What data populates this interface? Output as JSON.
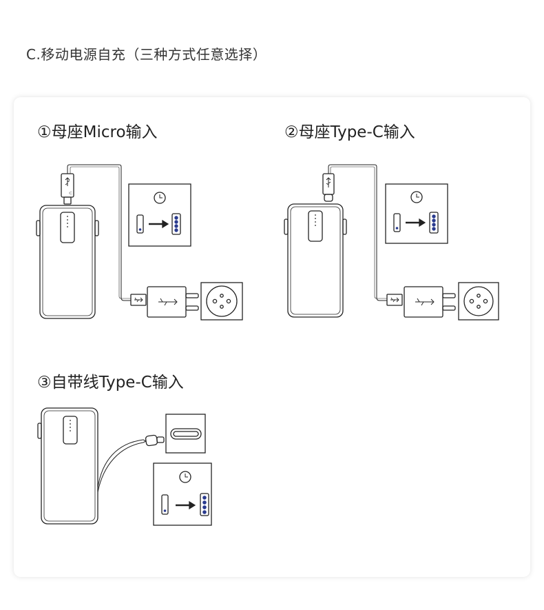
{
  "page": {
    "section_title": "C.移动电源自充（三种方式任意选择）"
  },
  "methods": [
    {
      "title": "①母座Micro输入"
    },
    {
      "title": "②母座Type-C输入"
    },
    {
      "title": "③自带线Type-C输入"
    }
  ],
  "icons": {
    "clock": "clock-icon",
    "arrow": "arrow-right-icon",
    "usb": "usb-symbol-icon"
  },
  "colors": {
    "line": "#222222",
    "led_dot": "#2a3b8f",
    "panel_bg": "#ffffff"
  }
}
